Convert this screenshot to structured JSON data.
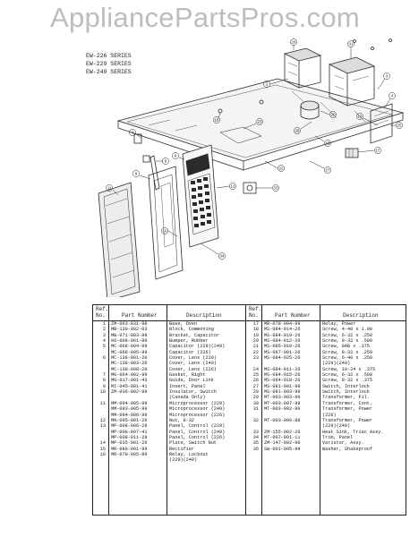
{
  "watermark": {
    "text": "AppliancePartsPros.com",
    "color": "#bdbdbd"
  },
  "series_labels": [
    "EW-226 SERIES",
    "EW-229 SERIES",
    "EW-249 SERIES"
  ],
  "callouts": [
    "1",
    "2",
    "3",
    "4",
    "5",
    "6",
    "7",
    "8",
    "9",
    "10",
    "11",
    "12",
    "13",
    "14",
    "15",
    "16",
    "17",
    "18",
    "19",
    "20",
    "21",
    "22",
    "23",
    "24",
    "25",
    "26",
    "27",
    "28",
    "29",
    "30",
    "31",
    "32",
    "33",
    "34"
  ],
  "table": {
    "headers": {
      "ref": "Ref.",
      "no": "No.",
      "part": "Part Number",
      "desc": "Description"
    },
    "left": [
      {
        "no": "1",
        "part": "ZM-063-031-98",
        "desc": "Base, Oven"
      },
      {
        "no": "2",
        "part": "MB-130-002-03",
        "desc": "Block, Commoning"
      },
      {
        "no": "3",
        "part": "MB-071-003-98",
        "desc": "Bracket, Capacitor"
      },
      {
        "no": "4",
        "part": "06-008-061-99",
        "desc": "Bumper, Rubber"
      },
      {
        "no": "5",
        "part": "MC-068-004-99",
        "desc": "Capacitor (229)(249)"
      },
      {
        "no": "",
        "part": "MC-068-005-99",
        "desc": "Capacitor (226)"
      },
      {
        "no": "6",
        "part": "MC-138-001-20",
        "desc": "Cover, Lens (229)"
      },
      {
        "no": "",
        "part": "MC-138-003-20",
        "desc": "Cover, Lens (249)"
      },
      {
        "no": "",
        "part": "MC-138-008-20",
        "desc": "Cover, Lens (226)"
      },
      {
        "no": "7",
        "part": "MG-064-002-99",
        "desc": "Gasket, Right"
      },
      {
        "no": "8",
        "part": "MG-017-001-43",
        "desc": "Guide, Door Link"
      },
      {
        "no": "9",
        "part": "MI-045-001-41",
        "desc": "Insert, Panel"
      },
      {
        "no": "10",
        "part": "ZM-036-002-99",
        "desc": "Insulator, Switch"
      },
      {
        "no": "",
        "part": "",
        "desc": "(Canada Only)"
      },
      {
        "no": "11",
        "part": "MM-094-005-99",
        "desc": "Microprocessor (229)"
      },
      {
        "no": "",
        "part": "MM-093-005-99",
        "desc": "Microprocessor (249)"
      },
      {
        "no": "",
        "part": "MM-094-006-99",
        "desc": "Microprocessor (226)"
      },
      {
        "no": "12",
        "part": "MN-095-001-26",
        "desc": "Nut, 8-32"
      },
      {
        "no": "13",
        "part": "MP-008-006-28",
        "desc": "Panel, Control (229)"
      },
      {
        "no": "",
        "part": "MP-008-007-41",
        "desc": "Panel, Control (249)"
      },
      {
        "no": "",
        "part": "MP-008-011-28",
        "desc": "Panel, Control (226)"
      },
      {
        "no": "14",
        "part": "MP-035-001-26",
        "desc": "Plate, Switch Nut"
      },
      {
        "no": "15",
        "part": "MR-080-001-99",
        "desc": "Rectifier"
      },
      {
        "no": "16",
        "part": "MR-078-005-99",
        "desc": "Relay, Lockout"
      },
      {
        "no": "",
        "part": "",
        "desc": "(229)(249)"
      }
    ],
    "right": [
      {
        "no": "17",
        "part": "MR-078-004-99",
        "desc": "Relay, Power"
      },
      {
        "no": "18",
        "part": "MS-084-014-26",
        "desc": "Screw, 4-40 x 1.00"
      },
      {
        "no": "19",
        "part": "MS-084-019-26",
        "desc": "Screw, 6-32 x .250"
      },
      {
        "no": "20",
        "part": "MS-084-012-26",
        "desc": "Screw, 8-32 x .500"
      },
      {
        "no": "21",
        "part": "MS-085-010-26",
        "desc": "Screw, 8AB x .375"
      },
      {
        "no": "22",
        "part": "MS-087-001-26",
        "desc": "Screw, 8-32 x .250"
      },
      {
        "no": "23",
        "part": "MS-084-025-26",
        "desc": "Screw, 6-40 x .250"
      },
      {
        "no": "",
        "part": "",
        "desc": "(229)(249)"
      },
      {
        "no": "24",
        "part": "MS-084-011-26",
        "desc": "Screw, 10-24 x .375"
      },
      {
        "no": "25",
        "part": "MS-084-015-26",
        "desc": "Screw, 6-32 x .500"
      },
      {
        "no": "26",
        "part": "MS-084-018-26",
        "desc": "Screw, 8-32 x .375"
      },
      {
        "no": "27",
        "part": "MS-081-001-99",
        "desc": "Switch, Interlock"
      },
      {
        "no": "28",
        "part": "MS-081-003-99",
        "desc": "Switch, Interlock"
      },
      {
        "no": "29",
        "part": "MT-003-003-99",
        "desc": "Transformer, Fil."
      },
      {
        "no": "30",
        "part": "MT-003-007-99",
        "desc": "Transformer, Cont."
      },
      {
        "no": "31",
        "part": "MT-003-002-99",
        "desc": "Transformer, Power"
      },
      {
        "no": "",
        "part": "",
        "desc": "(226)"
      },
      {
        "no": "32",
        "part": "MT-003-006-88",
        "desc": "Transformer, Power"
      },
      {
        "no": "",
        "part": "",
        "desc": "(229)(249)"
      },
      {
        "no": "33",
        "part": "ZM-155-002-26",
        "desc": "Heat Sink, Triac Assy."
      },
      {
        "no": "34",
        "part": "MT-007-001-11",
        "desc": "Trim, Panel"
      },
      {
        "no": "35",
        "part": "ZM-147-002-99",
        "desc": "Varistor, Assy."
      },
      {
        "no": "36",
        "part": "SW-001-005-99",
        "desc": "Washer, Shakeproof"
      }
    ]
  }
}
